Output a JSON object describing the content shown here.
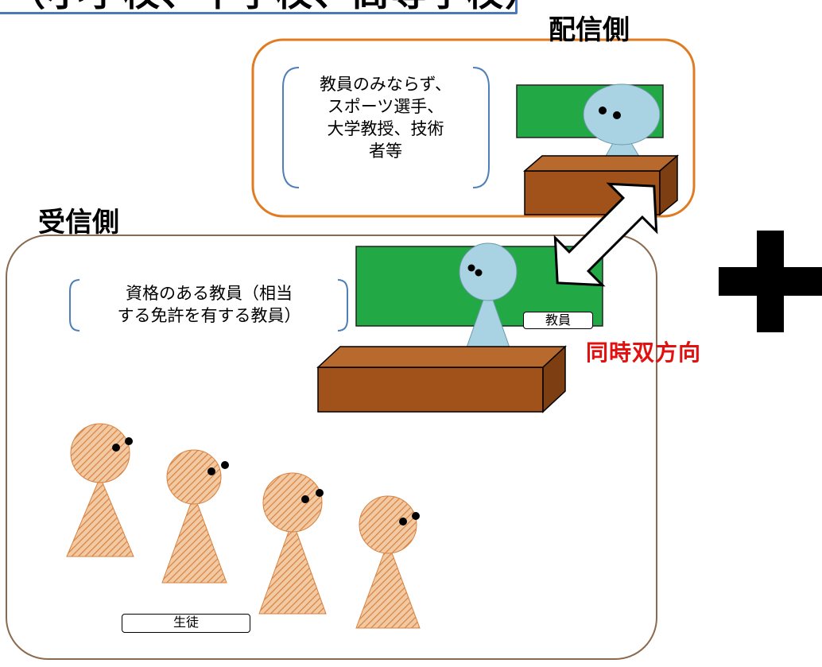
{
  "header": {
    "title": "（小学校、中学校、高等学校）"
  },
  "sender": {
    "label": "配信側",
    "note_lines": [
      "教員のみならず、",
      "スポーツ選手、",
      "大学教授、技術",
      "者等"
    ]
  },
  "receiver": {
    "label": "受信側",
    "note_lines": [
      "資格のある教員（相当",
      "する免許を有する教員）"
    ],
    "teacher_tag": "教員",
    "student_tag": "生徒"
  },
  "link_label": "同時双方向",
  "colors": {
    "sender_border": "#e07b22",
    "receiver_border": "#8b6a4e",
    "blackboard": "#22a845",
    "desk": "#a0521a",
    "teacher_figure": "#a9d3e3",
    "student_figure": "#e7ad7f",
    "link_text": "#e31010"
  }
}
